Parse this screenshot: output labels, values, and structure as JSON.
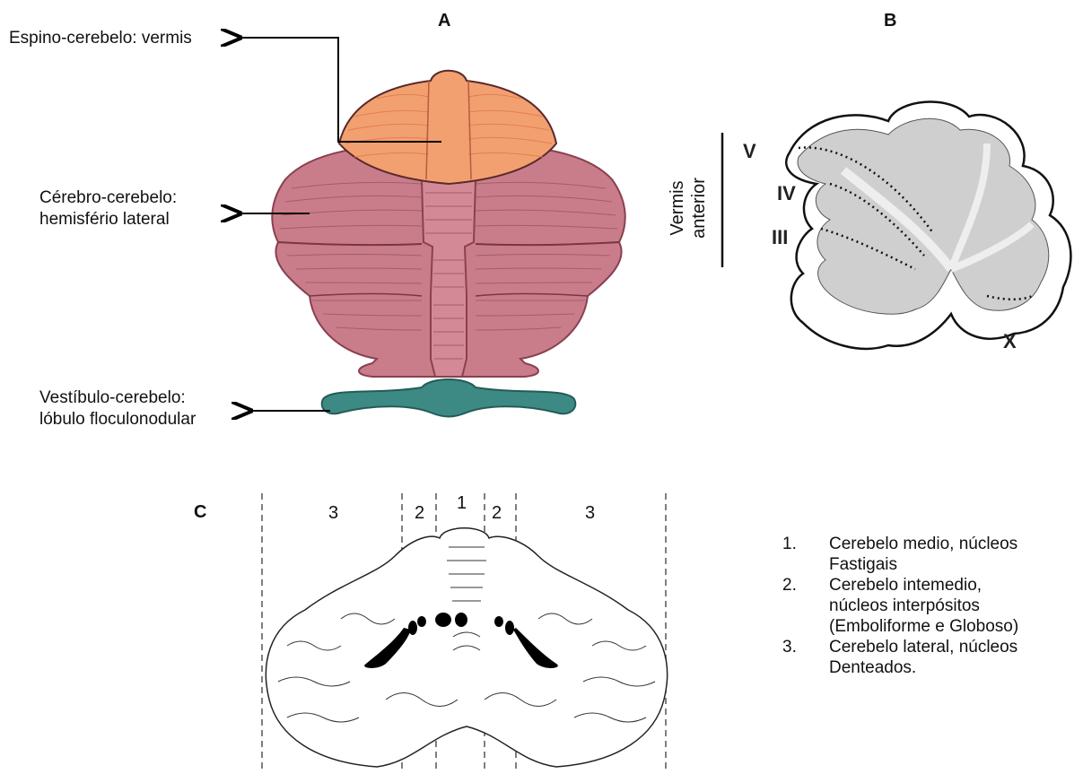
{
  "panel_a": {
    "letter": "A",
    "labels": {
      "spino_1": "Espino-cerebelo: vermis",
      "cerebro_1": "Cérebro-cerebelo:",
      "cerebro_2": "hemisfério lateral",
      "vestibulo_1": "Vestíbulo-cerebelo:",
      "vestibulo_2": "lóbulo floculonodular"
    },
    "colors": {
      "vermis_anterior": "#f3a070",
      "hemisphere": "#c97d8a",
      "flocculonodular": "#3d8a85",
      "outline": "#8a4050"
    }
  },
  "panel_b": {
    "letter": "B",
    "vermis_label_1": "Vermis",
    "vermis_label_2": "anterior",
    "lobules": {
      "v": "V",
      "iv": "IV",
      "iii": "III",
      "x": "X"
    }
  },
  "panel_c": {
    "letter": "C",
    "zones": [
      "3",
      "2",
      "1",
      "2",
      "3"
    ]
  },
  "legend": [
    {
      "num": "1.",
      "line1": "Cerebelo medio, núcleos",
      "line2": "Fastigais"
    },
    {
      "num": "2.",
      "line1": "Cerebelo intemedio,",
      "line2": "núcleos interpósitos",
      "line3": "(Emboliforme e Globoso)"
    },
    {
      "num": "3.",
      "line1": "Cerebelo lateral, núcleos",
      "line2": "Denteados."
    }
  ]
}
